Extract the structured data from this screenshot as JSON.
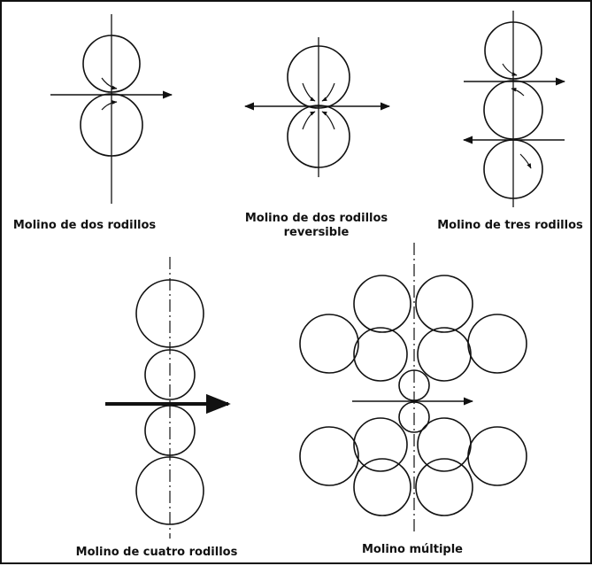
{
  "captions": {
    "two_high": "Molino de dos rodillos",
    "two_high_reversing_line1": "Molino de dos rodillos",
    "two_high_reversing_line2": "reversible",
    "three_high": "Molino de tres rodillos",
    "four_high": "Molino de cuatro rodillos",
    "cluster": "Molino múltiple"
  },
  "colors": {
    "stroke": "#111111",
    "background": "#ffffff"
  }
}
